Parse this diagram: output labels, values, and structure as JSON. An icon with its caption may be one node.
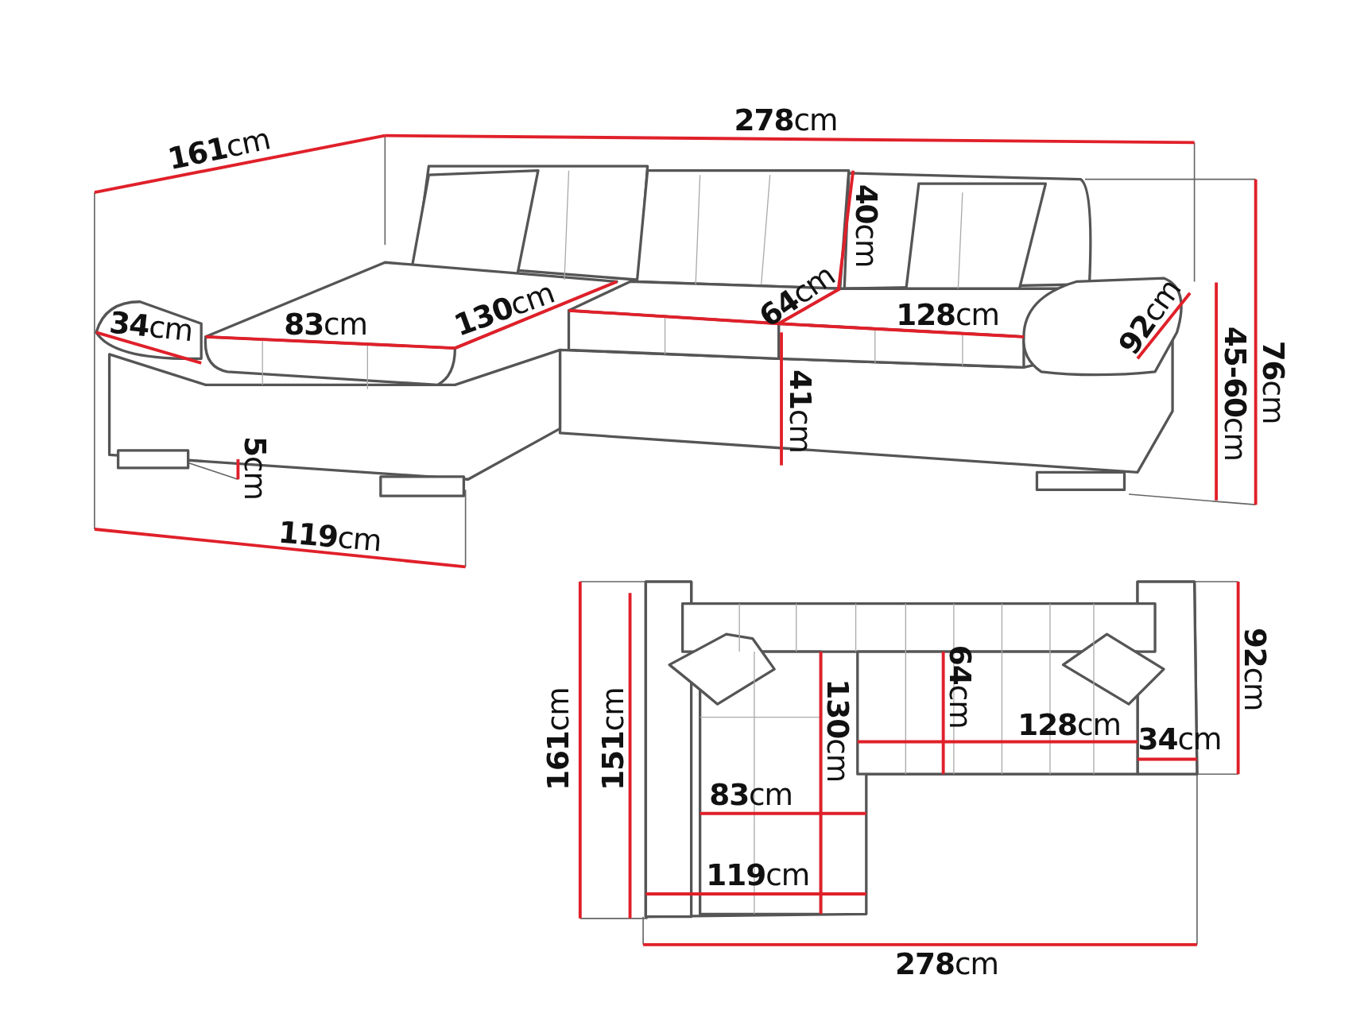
{
  "diagram": {
    "labels": [
      "**278**cm",
      "**161**cm",
      "**40**cm",
      "**76**cm",
      "**64**cm",
      "**128**cm",
      "**92**cm",
      "**45-60**cm",
      "**34**cm",
      "**83**cm",
      "**130**cm",
      "**41**cm",
      "**5**cm",
      "**119**cm",
      "**161**cm",
      "**151**cm",
      "**130**cm",
      "**64**cm",
      "**92**cm",
      "**128**cm",
      "**34**cm",
      "**83**cm",
      "**119**cm",
      "**278**cm"
    ]
  }
}
